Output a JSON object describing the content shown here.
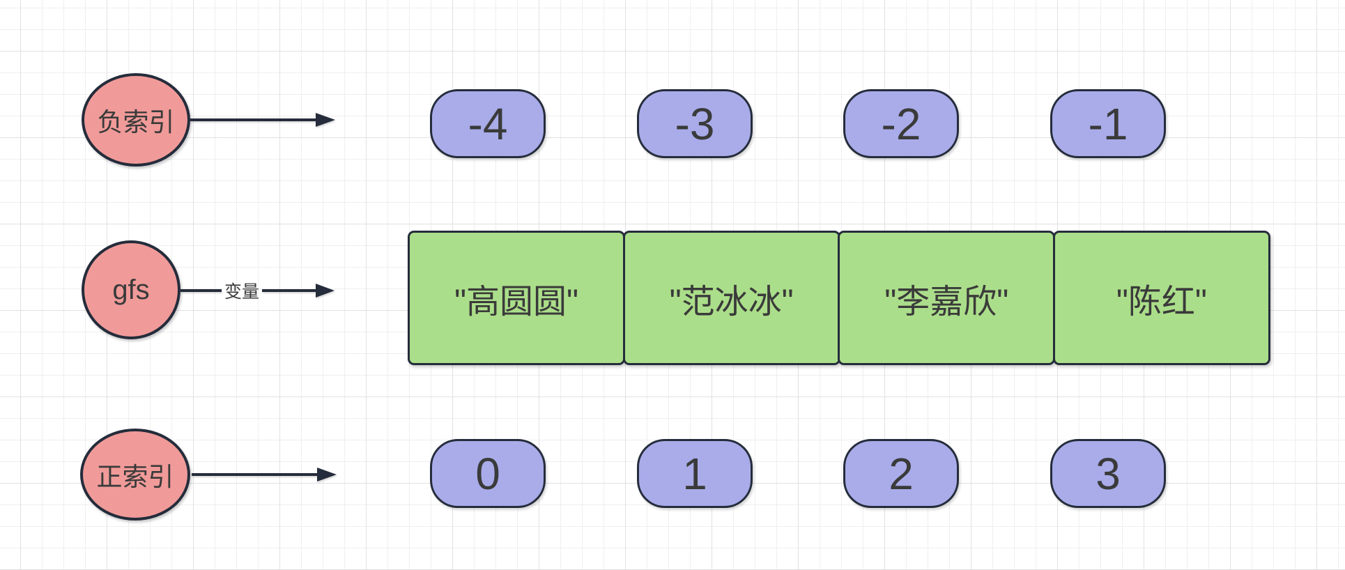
{
  "diagram": {
    "negative_index": {
      "label": "负索引",
      "values": [
        "-4",
        "-3",
        "-2",
        "-1"
      ]
    },
    "list": {
      "variable_name": "gfs",
      "arrow_label": "变量",
      "values": [
        "\"高圆圆\"",
        "\"范冰冰\"",
        "\"李嘉欣\"",
        "\"陈红\""
      ]
    },
    "positive_index": {
      "label": "正索引",
      "values": [
        "0",
        "1",
        "2",
        "3"
      ]
    }
  },
  "colors": {
    "canvas_background": "#FFFFFF",
    "grid_minor": "#EFEFEF",
    "grid_major": "#E1E1E1",
    "node_pink": "#F09B99",
    "node_purple": "#A9ACE9",
    "node_green": "#ABDE8A",
    "stroke_dark": "#252C3B",
    "text_dark": "#3A3A3A"
  }
}
